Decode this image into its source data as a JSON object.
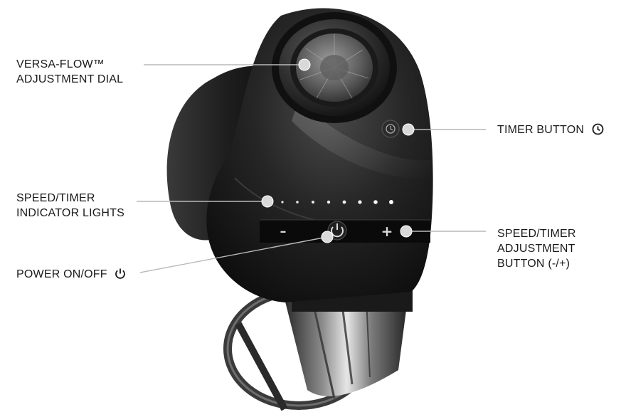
{
  "callouts": {
    "dial": {
      "lines": [
        "VERSA-FLOW™",
        "ADJUSTMENT DIAL"
      ]
    },
    "timer": {
      "lines": [
        "TIMER BUTTON"
      ],
      "icon": "clock-icon"
    },
    "indicators": {
      "lines": [
        "SPEED/TIMER",
        "INDICATOR LIGHTS"
      ]
    },
    "power": {
      "lines": [
        "POWER ON/OFF"
      ],
      "icon": "power-icon"
    },
    "adjust": {
      "lines": [
        "SPEED/TIMER",
        "ADJUSTMENT",
        "BUTTON (-/+)"
      ]
    }
  },
  "device_keys": {
    "minus": "–",
    "plus": "+"
  },
  "colors": {
    "callout_line": "#b9b9b9",
    "callout_dot": "#d9d9d9",
    "body_dark": "#1b1b1b",
    "text": "#1a1a1a"
  }
}
